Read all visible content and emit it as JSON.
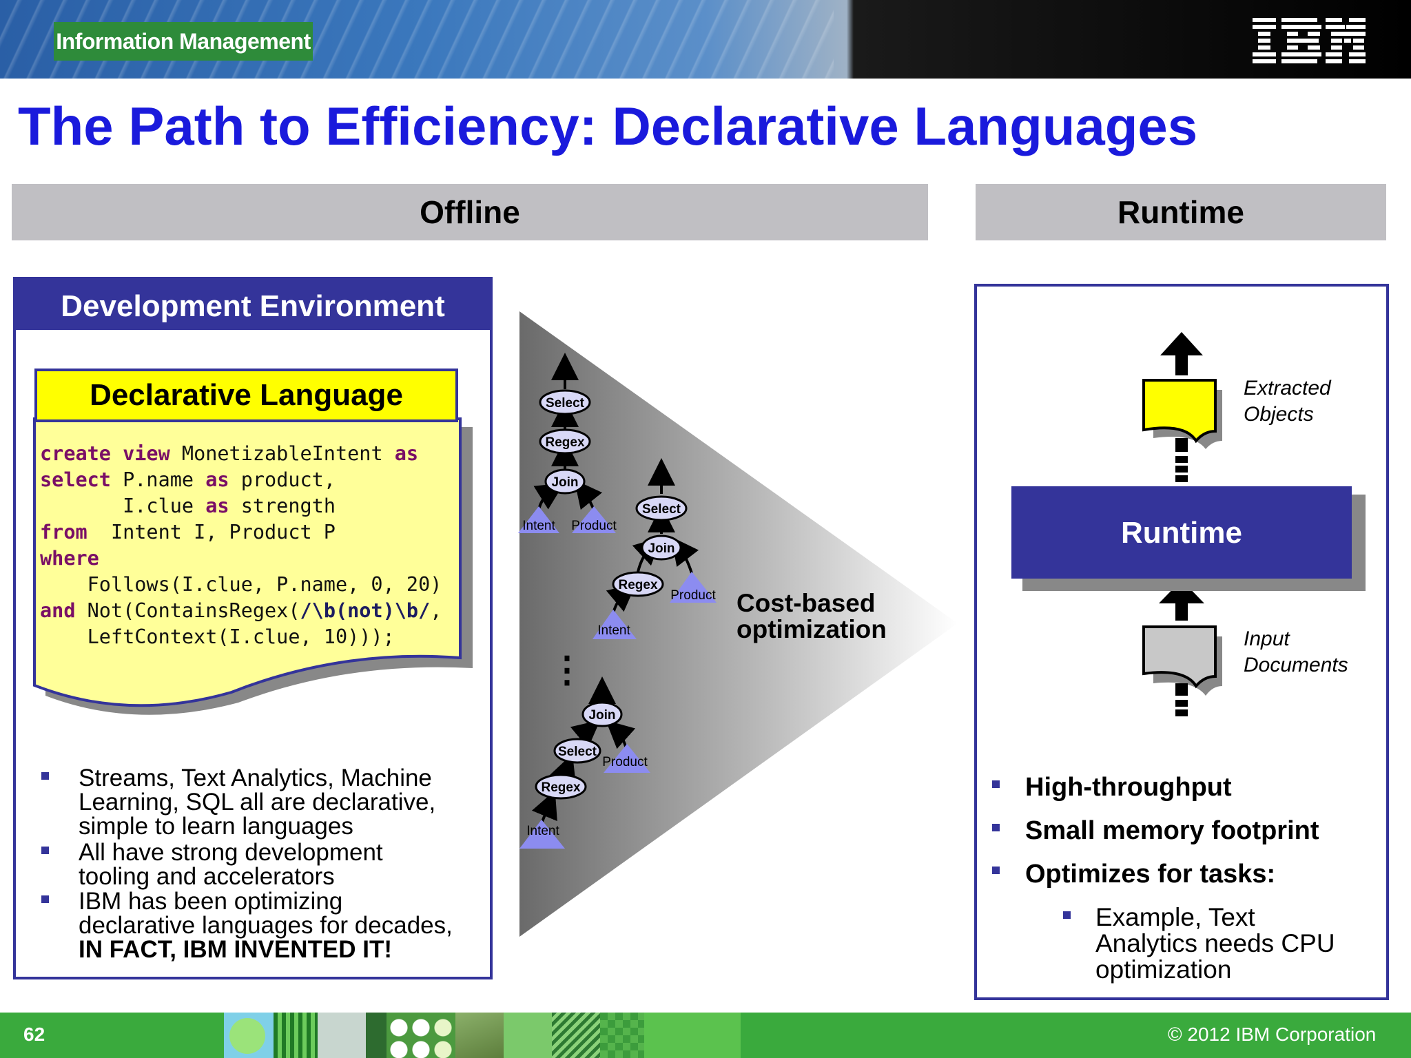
{
  "header": {
    "badge": "Information Management",
    "logo": "IBM"
  },
  "title": "The Path to Efficiency: Declarative Languages",
  "sections": {
    "offline": "Offline",
    "runtime": "Runtime"
  },
  "dev_env": {
    "heading": "Development Environment",
    "lang_heading": "Declarative Language",
    "bullets": [
      [
        "Streams, Text Analytics, Machine",
        "Learning, SQL all are declarative,",
        "simple to learn languages"
      ],
      [
        "All have strong development",
        "tooling and accelerators"
      ],
      [
        "IBM has been optimizing",
        "declarative languages for decades,",
        "IN FACT, IBM INVENTED IT!"
      ]
    ]
  },
  "plans": {
    "label_line1": "Cost-based",
    "label_line2": "optimization",
    "ops": {
      "select": "Select",
      "regex": "Regex",
      "join": "Join",
      "intent": "Intent",
      "product": "Product"
    },
    "ellipsis": "⋮"
  },
  "runtime": {
    "block": "Runtime",
    "extracted_1": "Extracted",
    "extracted_2": "Objects",
    "input_1": "Input",
    "input_2": "Documents",
    "items": [
      "High-throughput",
      "Small memory footprint",
      "Optimizes for tasks:"
    ],
    "sub_item": [
      "Example, Text",
      "Analytics needs CPU",
      "optimization"
    ]
  },
  "footer": {
    "page": "62",
    "copyright": "© 2012 IBM Corporation"
  },
  "colors": {
    "title_blue": "#1a1adc",
    "navy": "#34349a",
    "yellow": "#ffff00",
    "footer_green": "#3aaa3d",
    "keyword": "#7a0f66"
  }
}
